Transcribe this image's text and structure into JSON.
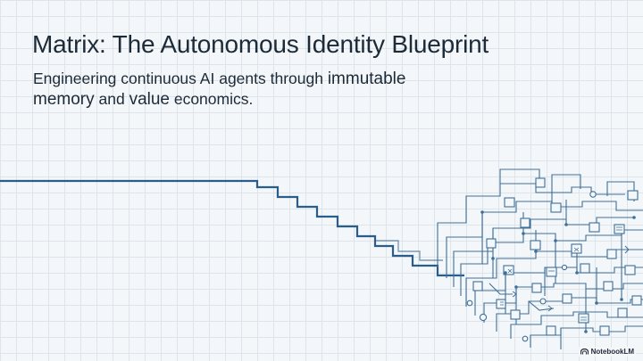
{
  "slide": {
    "title": "Matrix: The Autonomous Identity Blueprint",
    "subtitle_part1": "Engineering continuous AI agents through ",
    "subtitle_em1": "immutable",
    "subtitle_part2": " memory",
    "subtitle_part3": " and ",
    "subtitle_em2": "value",
    "subtitle_part4": " economics."
  },
  "brand": {
    "label": "NotebookLM",
    "icon": "notebooklm-logo-icon"
  },
  "colors": {
    "background": "#f4f7f9",
    "grid": "#dde4ea",
    "text": "#1d2a38",
    "main_line": "#2b5d8a",
    "circuit": "#3f6f98"
  }
}
